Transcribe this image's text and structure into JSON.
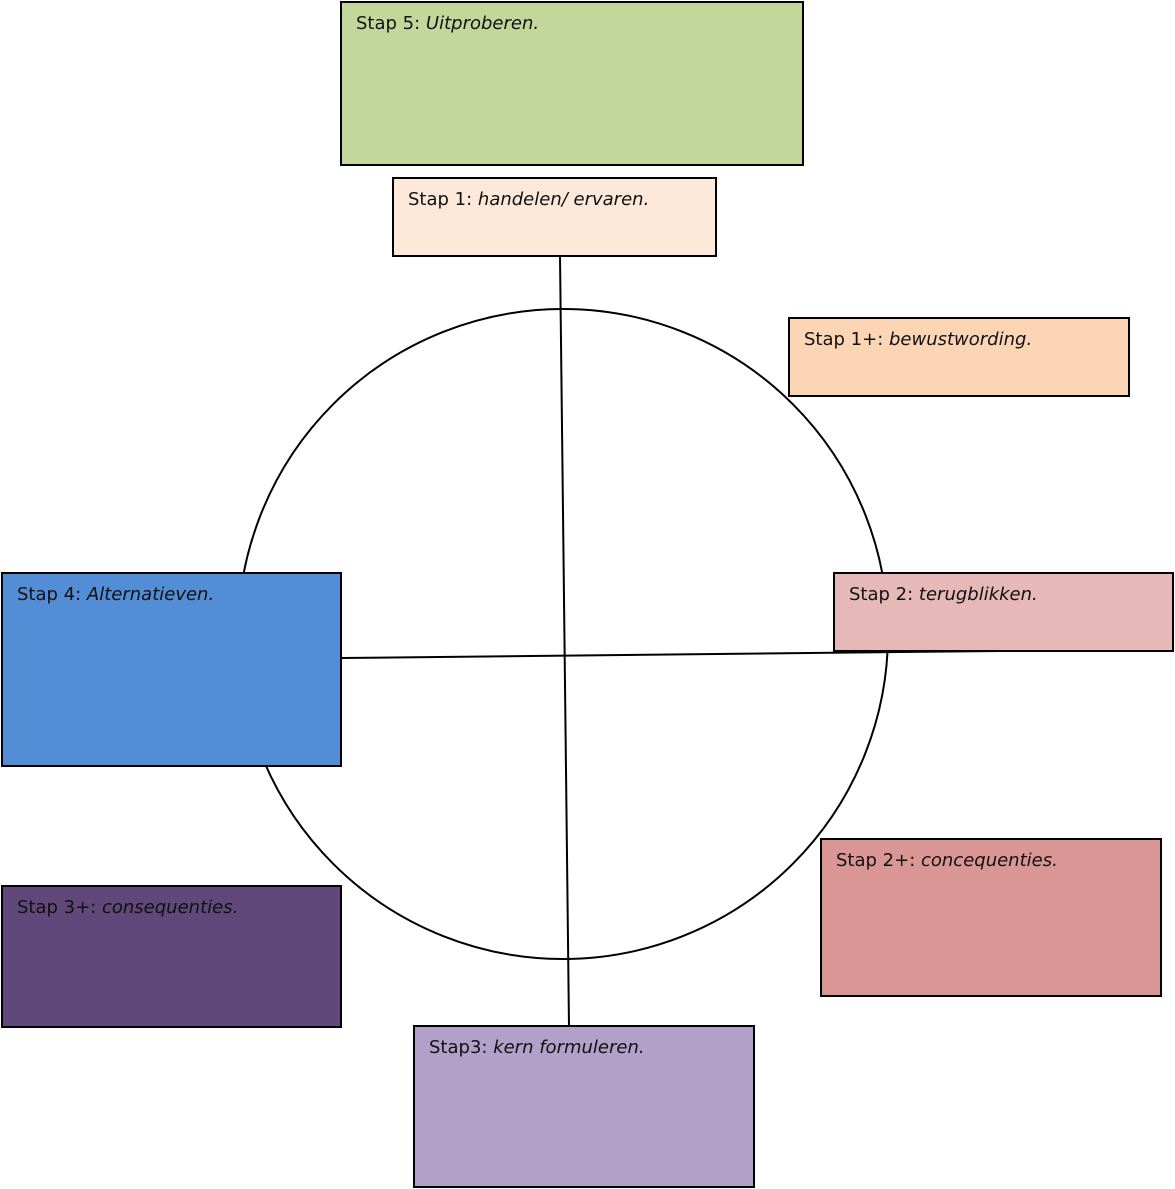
{
  "colors": {
    "stap5": "#c4d79b",
    "stap1": "#fde9d9",
    "stap1plus": "#fcd5b5",
    "stap2": "#e6b8b7",
    "stap4": "#538dd5",
    "stap2plus": "#da9694",
    "stap3plus": "#60497a",
    "stap3": "#b1a0c7",
    "outline": "#000000"
  },
  "boxes": {
    "stap5": {
      "label": "Stap 5: ",
      "desc": "Uitproberen."
    },
    "stap1": {
      "label": "Stap 1: ",
      "desc": "handelen/ ervaren."
    },
    "stap1plus": {
      "label": "Stap 1+: ",
      "desc": "bewustwording."
    },
    "stap2": {
      "label": "Stap 2: ",
      "desc": "terugblikken."
    },
    "stap4": {
      "label": "Stap 4:  ",
      "desc": "Alternatieven."
    },
    "stap2plus": {
      "label": "Stap 2+:  ",
      "desc": "concequenties."
    },
    "stap3plus": {
      "label": "Stap 3+: ",
      "desc": "consequenties."
    },
    "stap3": {
      "label": "Stap3:  ",
      "desc": "kern formuleren."
    }
  }
}
